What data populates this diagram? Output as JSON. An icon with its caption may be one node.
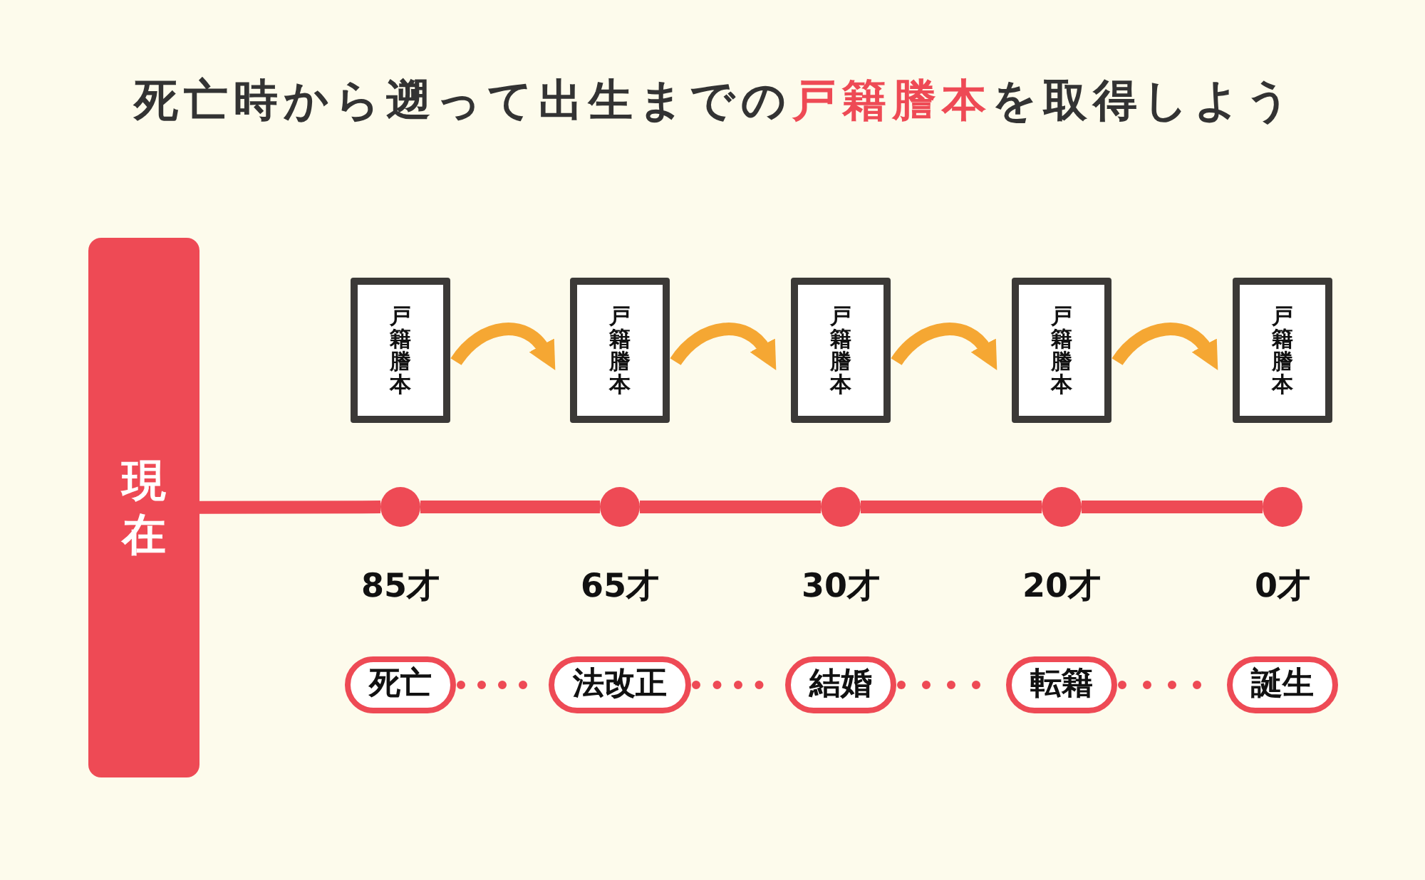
{
  "diagram": {
    "title": "死亡時から遡って出生までの**戸籍謄本**を取得しよう",
    "nodes": [
      {
        "text": [
          "現在"
        ]
      },
      {
        "text": [
          "戸籍謄本"
        ]
      },
      {
        "text": [
          "戸籍謄本"
        ]
      },
      {
        "text": [
          "戸籍謄本"
        ]
      },
      {
        "text": [
          "戸籍謄本"
        ]
      },
      {
        "text": [
          "戸籍謄本"
        ]
      },
      {
        "text": [],
        "shape": "circle",
        "beside": [
          "85才"
        ]
      },
      {
        "text": [],
        "shape": "circle",
        "beside": [
          "65才"
        ]
      },
      {
        "text": [],
        "shape": "circle",
        "beside": [
          "30才"
        ]
      },
      {
        "text": [],
        "shape": "circle",
        "beside": [
          "20才"
        ]
      },
      {
        "text": [],
        "shape": "circle",
        "beside": [
          "0才"
        ]
      },
      {
        "text": [
          "死亡"
        ]
      },
      {
        "text": [
          "法改正"
        ]
      },
      {
        "text": [
          "結婚"
        ]
      },
      {
        "text": [
          "転籍"
        ]
      },
      {
        "text": [
          "誕生"
        ]
      }
    ],
    "edges": [
      {
        "from": 1,
        "to": 2,
        "arrow": "to",
        "color": "#f5a733"
      },
      {
        "from": 2,
        "to": 3,
        "arrow": "to",
        "color": "#f5a733"
      },
      {
        "from": 3,
        "to": 4,
        "arrow": "to",
        "color": "#f5a733"
      },
      {
        "from": 4,
        "to": 5,
        "arrow": "to",
        "color": "#f5a733"
      },
      {
        "from": 0,
        "to": 6,
        "arrow": "none"
      },
      {
        "from": 6,
        "to": 7,
        "arrow": "none"
      },
      {
        "from": 7,
        "to": 8,
        "arrow": "none"
      },
      {
        "from": 8,
        "to": 9,
        "arrow": "none"
      },
      {
        "from": 9,
        "to": 10,
        "arrow": "none"
      },
      {
        "from": 11,
        "to": 12,
        "arrow": "none",
        "style": "dashed"
      },
      {
        "from": 12,
        "to": 13,
        "arrow": "none",
        "style": "dashed"
      },
      {
        "from": 13,
        "to": 14,
        "arrow": "none",
        "style": "dashed"
      },
      {
        "from": 14,
        "to": 15,
        "arrow": "none",
        "style": "dashed"
      }
    ]
  }
}
